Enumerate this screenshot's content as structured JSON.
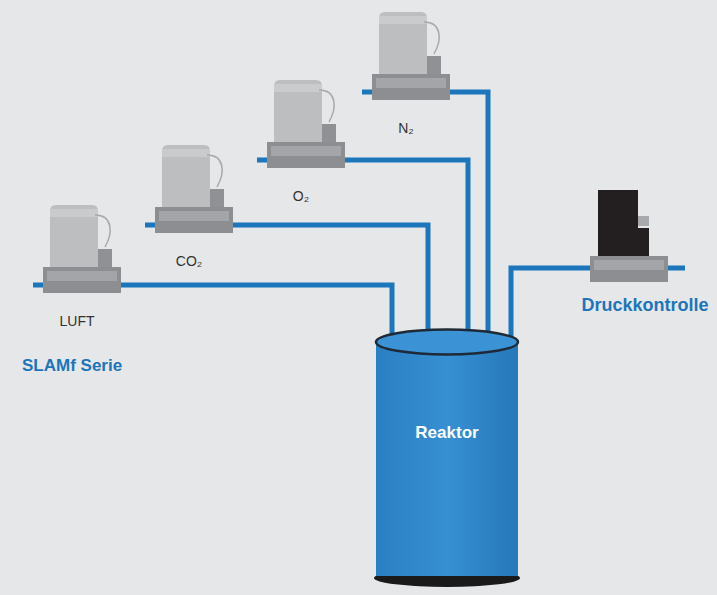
{
  "diagram": {
    "nodes": [
      {
        "text": [
          "LUFT"
        ]
      },
      {
        "text": [
          "CO₂"
        ]
      },
      {
        "text": [
          "O₂"
        ]
      },
      {
        "text": [
          "N₂"
        ]
      },
      {
        "text": [
          "Druckkontrolle"
        ]
      },
      {
        "text": [
          "Reaktor"
        ]
      }
    ],
    "edges": [
      {
        "from": 0,
        "to": 5,
        "arrow": "none"
      },
      {
        "from": 1,
        "to": 5,
        "arrow": "none"
      },
      {
        "from": 2,
        "to": 5,
        "arrow": "none"
      },
      {
        "from": 3,
        "to": 5,
        "arrow": "none"
      },
      {
        "from": 5,
        "to": 4,
        "arrow": "none"
      }
    ],
    "labels": [
      "SLAMf Serie"
    ]
  }
}
